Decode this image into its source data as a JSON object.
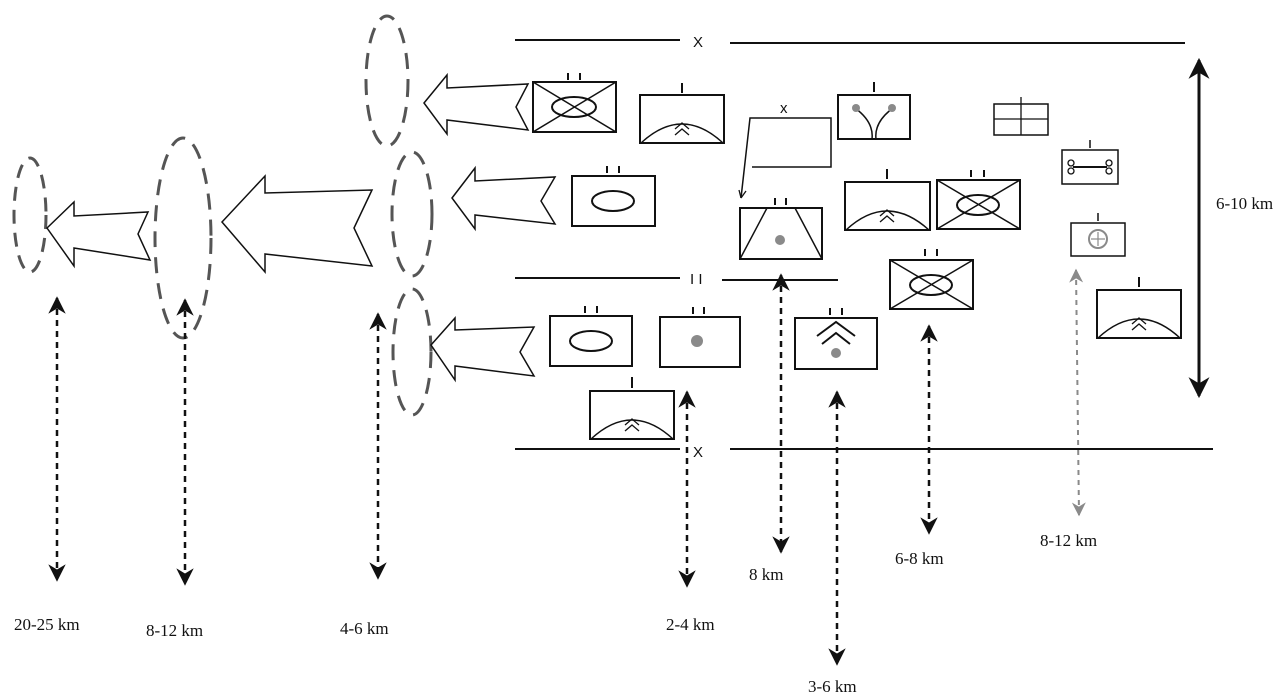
{
  "labels": {
    "d_20_25": "20-25 km",
    "d_8_12_left": "8-12 km",
    "d_4_6": "4-6 km",
    "d_2_4": "2-4 km",
    "d_8": "8 km",
    "d_3_6": "3-6 km",
    "d_6_8": "6-8 km",
    "d_8_12_right": "8-12 km",
    "depth_6_10": "6-10 km"
  },
  "boundary_marks": {
    "brigade_top": "X",
    "brigade_bottom": "X",
    "battalion": "I I"
  },
  "colors": {
    "ink": "#111111",
    "gray": "#8a8a8a"
  }
}
